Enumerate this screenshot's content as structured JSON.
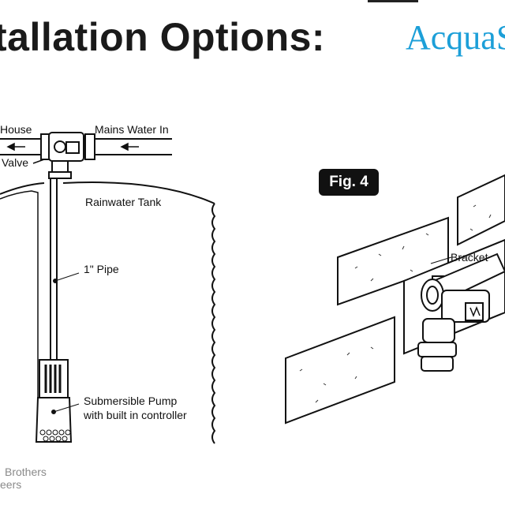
{
  "header": {
    "title": "tallation Options:",
    "logo_text": "AcquaS",
    "brand_color": "#1c9fd8"
  },
  "left_diagram": {
    "labels": {
      "house": "House",
      "mains": "Mains Water In",
      "valve": "Valve",
      "tank": "Rainwater Tank",
      "pipe": "1\"  Pipe",
      "pump_line1": "Submersible Pump",
      "pump_line2": "with built in controller"
    }
  },
  "right_diagram": {
    "fig_label": "Fig. 4",
    "bracket_label": "Bracket"
  },
  "footer": {
    "line1": "Brothers",
    "line2": "eers"
  }
}
